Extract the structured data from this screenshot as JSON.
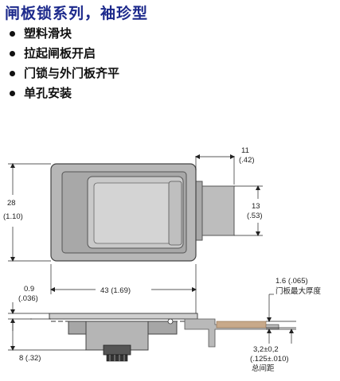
{
  "title": "闸板锁系列，袖珍型",
  "features": [
    "塑料滑块",
    "拉起闸板开启",
    "门锁与外门板齐平",
    "单孔安装"
  ],
  "dimensions": {
    "height_mm": "28",
    "height_in": "(1.10)",
    "top_offset_mm": "11",
    "top_offset_in": "(.42)",
    "bolt_height_mm": "13",
    "bolt_height_in": "(.53)",
    "width": "43 (1.69)",
    "flange_mm": "0.9",
    "flange_in": "(.036)",
    "depth": "8 (.32)",
    "max_panel": "1.6 (.065)",
    "max_panel_label": "门板最大厚度",
    "gap": "3,2±0,2",
    "gap_in": "(.125±.010)",
    "gap_label": "总间距"
  },
  "colors": {
    "title": "#1d2a8c",
    "body_gray": "#b7b7b7",
    "dark_gray": "#8a8a8a",
    "light_gray": "#d9d9d9",
    "panel_tan": "#c8a98a"
  }
}
